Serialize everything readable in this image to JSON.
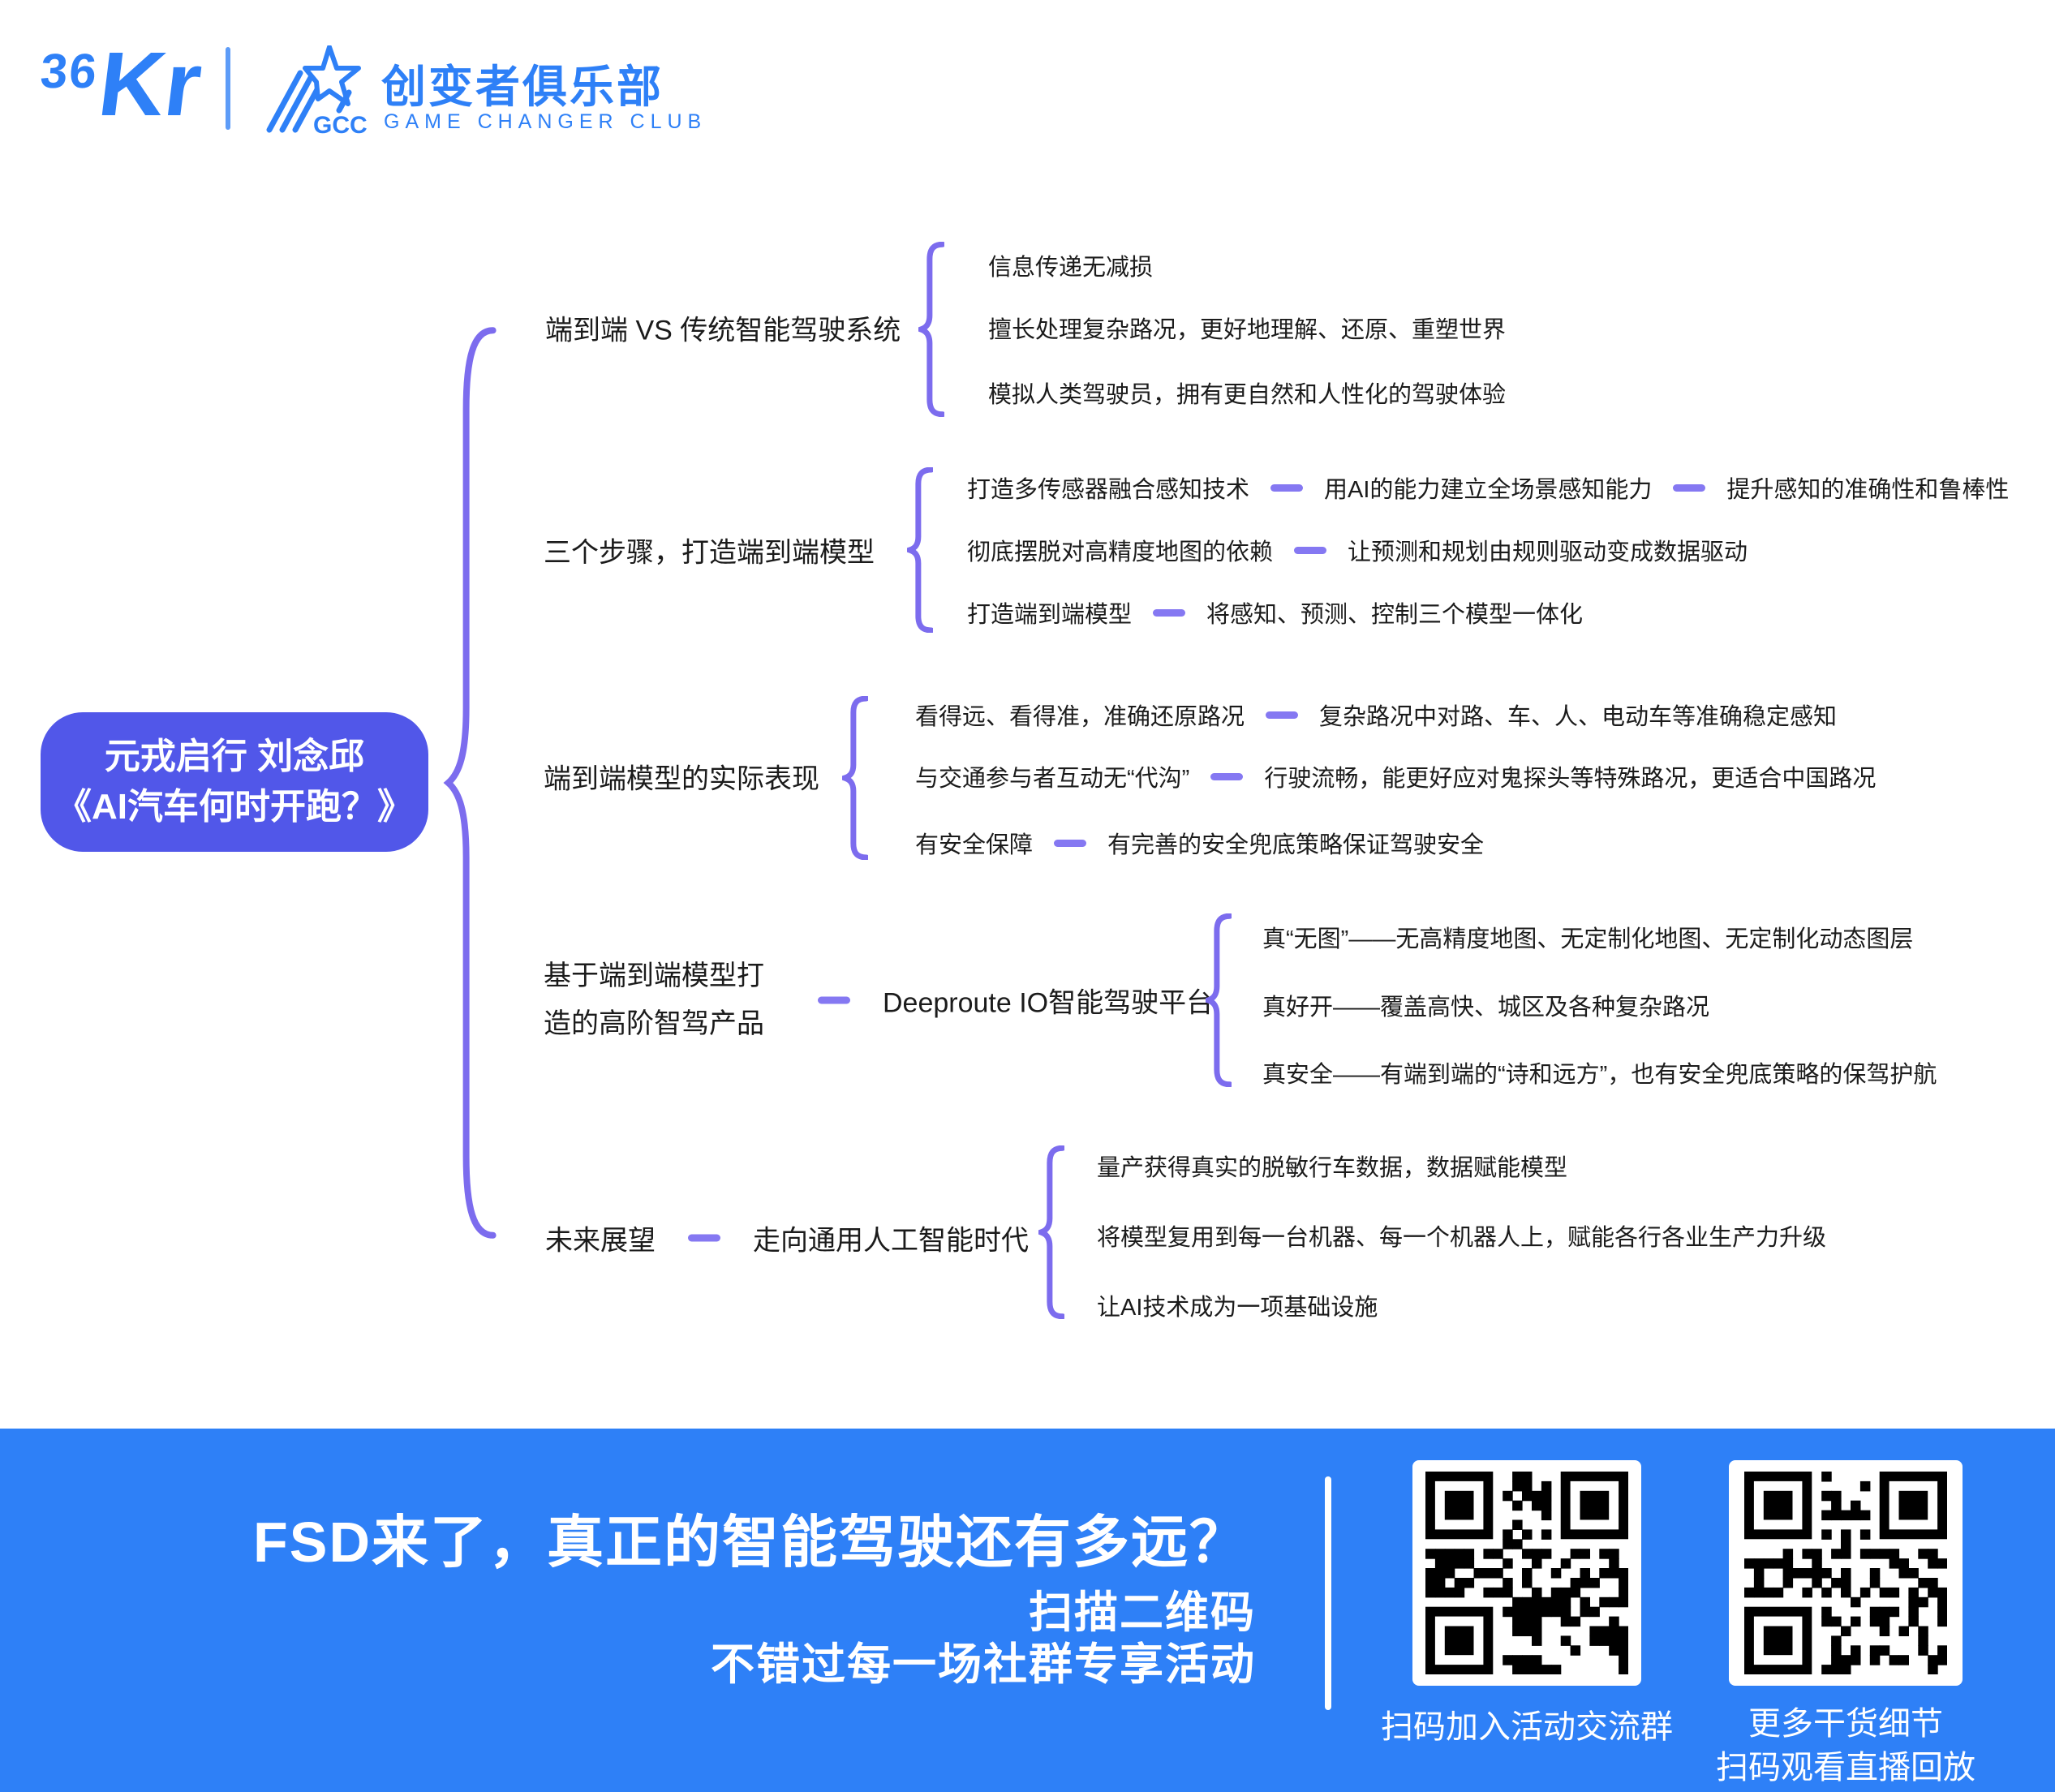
{
  "header": {
    "logo_36": "36",
    "logo_kr": "Kr",
    "gcc_acronym": "GCC",
    "club_name": "创变者俱乐部",
    "club_sub": "GAME CHANGER CLUB"
  },
  "root": {
    "line1": "元戎启行 刘念邱",
    "line2": "《AI汽车何时开跑？》"
  },
  "branches": [
    {
      "label": "端到端 VS 传统智能驾驶系统",
      "items": [
        {
          "text": "信息传递无减损"
        },
        {
          "text": "擅长处理复杂路况，更好地理解、还原、重塑世界"
        },
        {
          "text": "模拟人类驾驶员，拥有更自然和人性化的驾驶体验"
        }
      ]
    },
    {
      "label": "三个步骤，打造端到端模型",
      "items": [
        {
          "text": "打造多传感器融合感知技术",
          "next": "用AI的能力建立全场景感知能力",
          "next2": "提升感知的准确性和鲁棒性"
        },
        {
          "text": "彻底摆脱对高精度地图的依赖",
          "next": "让预测和规划由规则驱动变成数据驱动"
        },
        {
          "text": "打造端到端模型",
          "next": "将感知、预测、控制三个模型一体化"
        }
      ]
    },
    {
      "label": "端到端模型的实际表现",
      "items": [
        {
          "text": "看得远、看得准，准确还原路况",
          "next": "复杂路况中对路、车、人、电动车等准确稳定感知"
        },
        {
          "text": "与交通参与者互动无“代沟”",
          "next": "行驶流畅，能更好应对鬼探头等特殊路况，更适合中国路况"
        },
        {
          "text": "有安全保障",
          "next": "有完善的安全兜底策略保证驾驶安全"
        }
      ]
    },
    {
      "label": "基于端到端模型打\n造的高阶智驾产品",
      "node": "Deeproute IO智能驾驶平台",
      "items": [
        {
          "text": "真“无图”——无高精度地图、无定制化地图、无定制化动态图层"
        },
        {
          "text": "真好开——覆盖高快、城区及各种复杂路况"
        },
        {
          "text": "真安全——有端到端的“诗和远方”，也有安全兜底策略的保驾护航"
        }
      ]
    },
    {
      "label": "未来展望",
      "node": "走向通用人工智能时代",
      "items": [
        {
          "text": "量产获得真实的脱敏行车数据，数据赋能模型"
        },
        {
          "text": "将模型复用到每一台机器、每一个机器人上，赋能各行各业生产力升级"
        },
        {
          "text": "让AI技术成为一项基础设施"
        }
      ]
    }
  ],
  "banner": {
    "title": "FSD来了，真正的智能驾驶还有多远？",
    "sub1": "扫描二维码",
    "sub2": "不错过每一场社群专享活动",
    "qr_left_caption": "扫码加入活动交流群",
    "qr_right_caption1": "更多干货细节",
    "qr_right_caption2": "扫码观看直播回放"
  },
  "colors": {
    "brand_blue": "#2e80f7",
    "root_node_bg": "#5157e9",
    "brace_purple": "#7c6cee",
    "dash_purple": "#8578f2",
    "text": "#1b1b1b",
    "banner_text": "#ffffff"
  }
}
